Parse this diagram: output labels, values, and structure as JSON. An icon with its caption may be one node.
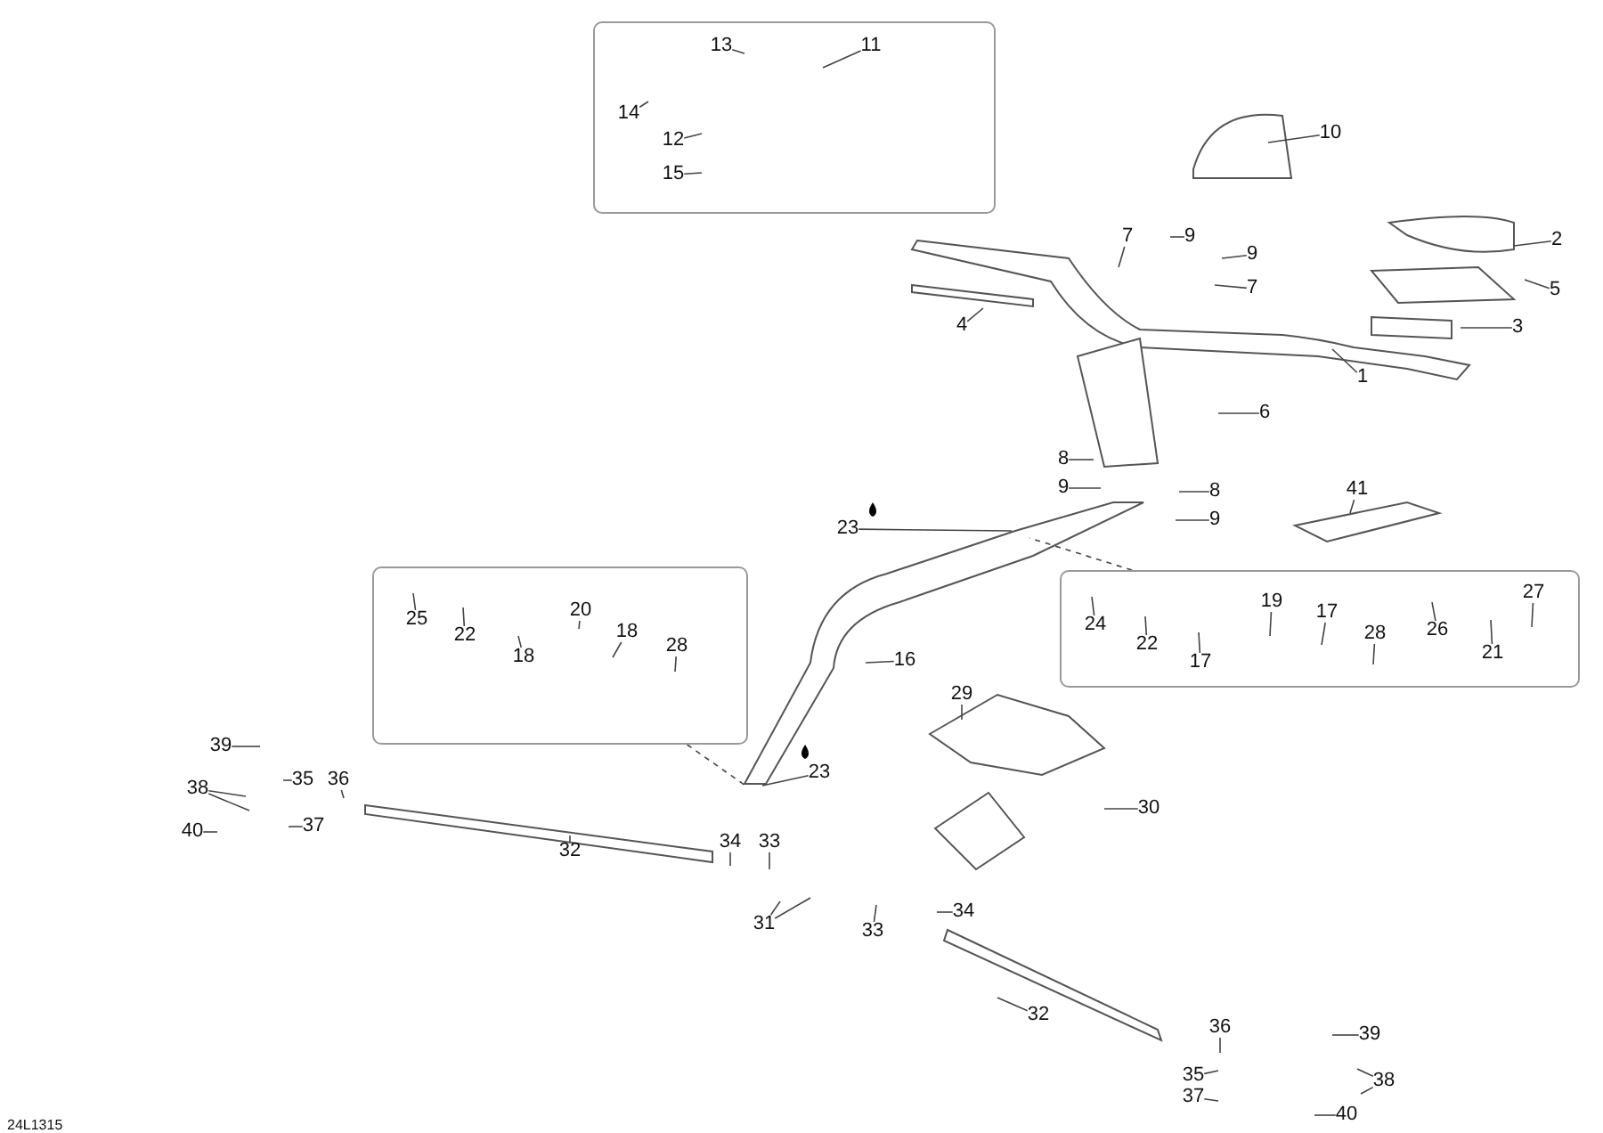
{
  "diagram": {
    "nodes": [
      {
        "text": [],
        "shape": "box"
      },
      {
        "text": [
          "13"
        ],
        "in": 0
      },
      {
        "text": [
          "11"
        ],
        "in": 0
      },
      {
        "text": [
          "14"
        ],
        "in": 0
      },
      {
        "text": [
          "12"
        ],
        "in": 0
      },
      {
        "text": [
          "15"
        ],
        "in": 0
      },
      {
        "text": [
          "10"
        ]
      },
      {
        "text": [
          "2"
        ]
      },
      {
        "text": [
          "9"
        ]
      },
      {
        "text": [
          "7"
        ]
      },
      {
        "text": [
          "9"
        ]
      },
      {
        "text": [
          "7"
        ]
      },
      {
        "text": [
          "5"
        ]
      },
      {
        "text": [
          "4"
        ]
      },
      {
        "text": [
          "3"
        ]
      },
      {
        "text": [
          "1"
        ]
      },
      {
        "text": [
          "6"
        ]
      },
      {
        "text": [
          "8"
        ]
      },
      {
        "text": [
          "9"
        ]
      },
      {
        "text": [
          "8"
        ]
      },
      {
        "text": [
          "41"
        ]
      },
      {
        "text": [
          "9"
        ]
      },
      {
        "text": [
          "23"
        ]
      },
      {
        "text": [],
        "shape": "box"
      },
      {
        "text": [
          "25"
        ],
        "in": 23
      },
      {
        "text": [
          "22"
        ],
        "in": 23
      },
      {
        "text": [
          "20"
        ],
        "in": 23
      },
      {
        "text": [
          "18"
        ],
        "in": 23
      },
      {
        "text": [
          "18"
        ],
        "in": 23
      },
      {
        "text": [
          "28"
        ],
        "in": 23
      },
      {
        "text": [],
        "shape": "box"
      },
      {
        "text": [
          "24"
        ],
        "in": 30
      },
      {
        "text": [
          "22"
        ],
        "in": 30
      },
      {
        "text": [
          "19"
        ],
        "in": 30
      },
      {
        "text": [
          "17"
        ],
        "in": 30
      },
      {
        "text": [
          "17"
        ],
        "in": 30
      },
      {
        "text": [
          "28"
        ],
        "in": 30
      },
      {
        "text": [
          "26"
        ],
        "in": 30
      },
      {
        "text": [
          "27"
        ],
        "in": 30
      },
      {
        "text": [
          "21"
        ],
        "in": 30
      },
      {
        "text": [
          "16"
        ]
      },
      {
        "text": [
          "29"
        ]
      },
      {
        "text": [
          "23"
        ]
      },
      {
        "text": [
          "39"
        ]
      },
      {
        "text": [
          "38"
        ]
      },
      {
        "text": [
          "35"
        ]
      },
      {
        "text": [
          "36"
        ]
      },
      {
        "text": [
          "37"
        ]
      },
      {
        "text": [
          "40"
        ]
      },
      {
        "text": [
          "32"
        ]
      },
      {
        "text": [
          "34"
        ]
      },
      {
        "text": [
          "33"
        ]
      },
      {
        "text": [
          "30"
        ]
      },
      {
        "text": [
          "31"
        ]
      },
      {
        "text": [
          "33"
        ]
      },
      {
        "text": [
          "34"
        ]
      },
      {
        "text": [
          "32"
        ]
      },
      {
        "text": [
          "36"
        ]
      },
      {
        "text": [
          "39"
        ]
      },
      {
        "text": [
          "35"
        ]
      },
      {
        "text": [
          "38"
        ]
      },
      {
        "text": [
          "37"
        ]
      },
      {
        "text": [
          "40"
        ]
      }
    ],
    "edges": [
      {
        "from": 1,
        "to": null,
        "arrow": "none"
      },
      {
        "from": 2,
        "to": null,
        "arrow": "none"
      },
      {
        "from": 3,
        "to": null,
        "arrow": "none"
      },
      {
        "from": 4,
        "to": null,
        "arrow": "none"
      },
      {
        "from": 5,
        "to": null,
        "arrow": "none"
      },
      {
        "from": 6,
        "to": null,
        "arrow": "none"
      },
      {
        "from": 7,
        "to": null,
        "arrow": "none"
      },
      {
        "from": 8,
        "to": null,
        "arrow": "none"
      },
      {
        "from": 9,
        "to": null,
        "arrow": "none"
      },
      {
        "from": 10,
        "to": null,
        "arrow": "none"
      },
      {
        "from": 11,
        "to": null,
        "arrow": "none"
      },
      {
        "from": 12,
        "to": null,
        "arrow": "none"
      },
      {
        "from": 13,
        "to": null,
        "arrow": "none"
      },
      {
        "from": 14,
        "to": null,
        "arrow": "none"
      },
      {
        "from": 15,
        "to": null,
        "arrow": "none"
      },
      {
        "from": 16,
        "to": null,
        "arrow": "none"
      },
      {
        "from": 17,
        "to": null,
        "arrow": "none"
      },
      {
        "from": 18,
        "to": null,
        "arrow": "none"
      },
      {
        "from": 19,
        "to": null,
        "arrow": "none"
      },
      {
        "from": 20,
        "to": null,
        "arrow": "none"
      },
      {
        "from": 21,
        "to": null,
        "arrow": "none"
      },
      {
        "from": 22,
        "to": null,
        "arrow": "none"
      },
      {
        "from": 23,
        "to": null,
        "arrow": "none",
        "style": "dashed"
      },
      {
        "from": 24,
        "to": null,
        "arrow": "none"
      },
      {
        "from": 25,
        "to": null,
        "arrow": "none"
      },
      {
        "from": 26,
        "to": null,
        "arrow": "none"
      },
      {
        "from": 27,
        "to": null,
        "arrow": "none"
      },
      {
        "from": 28,
        "to": null,
        "arrow": "none"
      },
      {
        "from": 29,
        "to": null,
        "arrow": "none"
      },
      {
        "from": 30,
        "to": null,
        "arrow": "none",
        "style": "dashed"
      },
      {
        "from": 31,
        "to": null,
        "arrow": "none"
      },
      {
        "from": 32,
        "to": null,
        "arrow": "none"
      },
      {
        "from": 33,
        "to": null,
        "arrow": "none"
      },
      {
        "from": 34,
        "to": null,
        "arrow": "none"
      },
      {
        "from": 35,
        "to": null,
        "arrow": "none"
      },
      {
        "from": 36,
        "to": null,
        "arrow": "none"
      },
      {
        "from": 37,
        "to": null,
        "arrow": "none"
      },
      {
        "from": 38,
        "to": null,
        "arrow": "none"
      },
      {
        "from": 39,
        "to": null,
        "arrow": "none"
      },
      {
        "from": 40,
        "to": null,
        "arrow": "none"
      },
      {
        "from": 41,
        "to": null,
        "arrow": "none"
      },
      {
        "from": 42,
        "to": null,
        "arrow": "none"
      },
      {
        "from": 43,
        "to": null,
        "arrow": "none"
      },
      {
        "from": 44,
        "to": null,
        "arrow": "none"
      },
      {
        "from": 44,
        "to": null,
        "arrow": "none"
      },
      {
        "from": 45,
        "to": null,
        "arrow": "none"
      },
      {
        "from": 46,
        "to": null,
        "arrow": "none"
      },
      {
        "from": 47,
        "to": null,
        "arrow": "none"
      },
      {
        "from": 48,
        "to": null,
        "arrow": "none"
      },
      {
        "from": 49,
        "to": null,
        "arrow": "none"
      },
      {
        "from": 50,
        "to": null,
        "arrow": "none"
      },
      {
        "from": 51,
        "to": null,
        "arrow": "none"
      },
      {
        "from": 52,
        "to": null,
        "arrow": "none"
      },
      {
        "from": 53,
        "to": null,
        "arrow": "none"
      },
      {
        "from": 53,
        "to": null,
        "arrow": "none"
      },
      {
        "from": 54,
        "to": null,
        "arrow": "none"
      },
      {
        "from": 55,
        "to": null,
        "arrow": "none"
      },
      {
        "from": 56,
        "to": null,
        "arrow": "none"
      },
      {
        "from": 57,
        "to": null,
        "arrow": "none"
      },
      {
        "from": 58,
        "to": null,
        "arrow": "none"
      },
      {
        "from": 59,
        "to": null,
        "arrow": "none"
      },
      {
        "from": 60,
        "to": null,
        "arrow": "none"
      },
      {
        "from": 60,
        "to": null,
        "arrow": "none"
      },
      {
        "from": 61,
        "to": null,
        "arrow": "none"
      },
      {
        "from": 62,
        "to": null,
        "arrow": "none"
      }
    ],
    "labels": [
      "24L1315"
    ]
  }
}
